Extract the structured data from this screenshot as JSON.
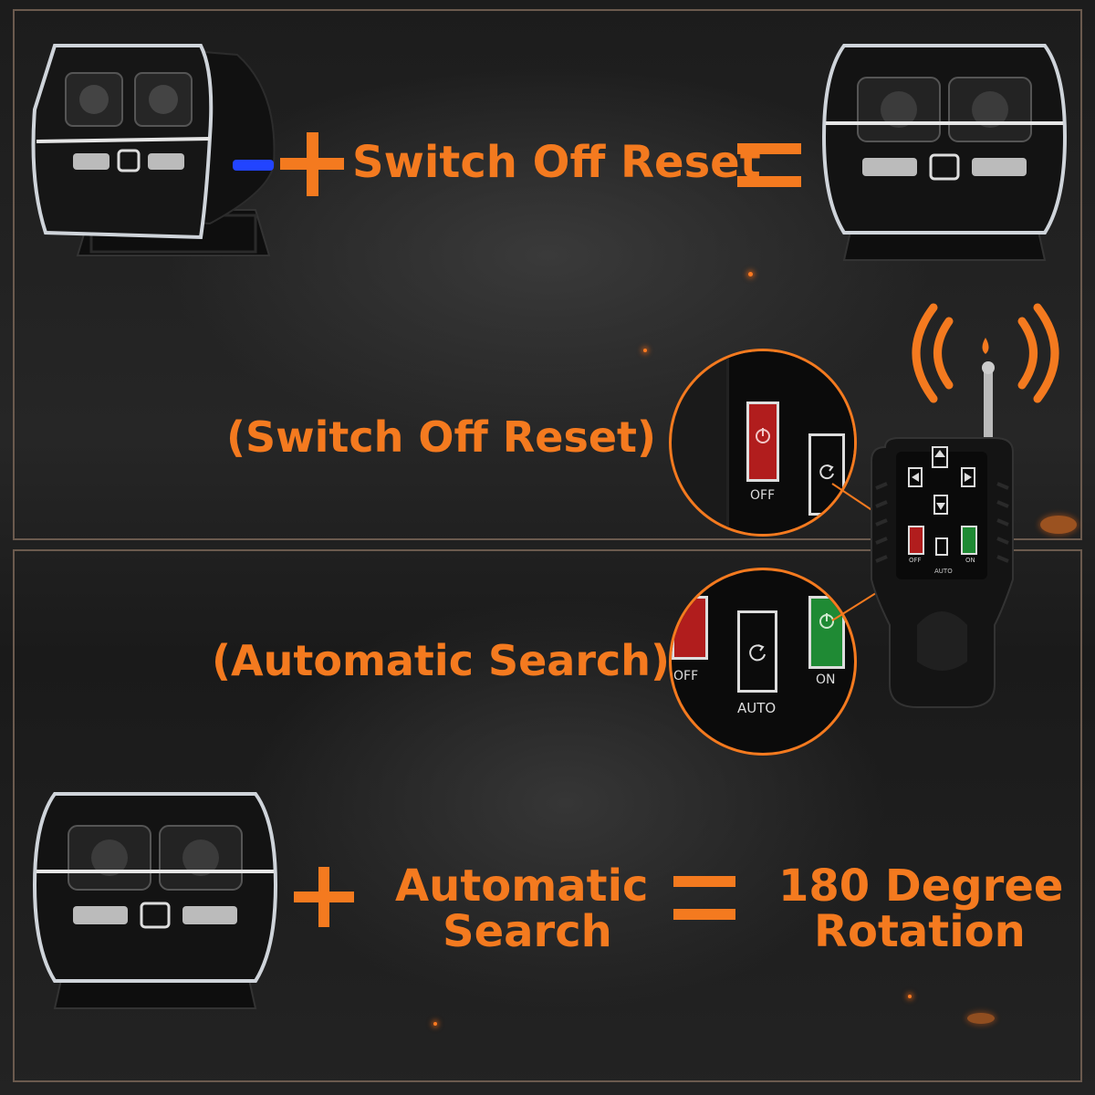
{
  "colors": {
    "accent": "#f47a1f",
    "background": "#1f1f1f",
    "off_button": "#b11d1d",
    "on_button": "#1f8a34"
  },
  "top_equation": {
    "operator_plus": "+",
    "label": "Switch Off Reset",
    "operator_equals": "="
  },
  "switch_off_caption": "(Switch Off Reset)",
  "auto_search_caption": "(Automatic Search)",
  "zoom_switch_off": {
    "button_label": "OFF"
  },
  "zoom_auto": {
    "off_label": "OFF",
    "auto_label": "AUTO",
    "on_label": "ON"
  },
  "remote": {
    "off_label": "OFF",
    "auto_label": "AUTO",
    "on_label": "ON"
  },
  "bottom_equation": {
    "operator_plus": "+",
    "label_line1": "Automatic",
    "label_line2": "Search",
    "operator_equals": "=",
    "result_line1": "180 Degree",
    "result_line2": "Rotation"
  },
  "icons": [
    "plus-icon",
    "equals-icon",
    "power-icon",
    "rotate-icon",
    "arrow-up-icon",
    "arrow-down-icon",
    "arrow-left-icon",
    "arrow-right-icon",
    "signal-waves-icon"
  ]
}
